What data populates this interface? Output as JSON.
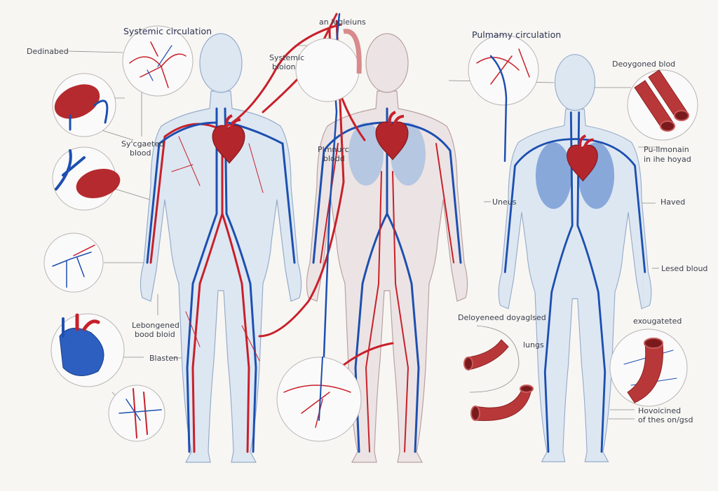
{
  "title": "Systemic circulation",
  "labels": {
    "systemic_circulation": "Systemic circulation",
    "dedinabed": "Dedinabed",
    "sycgaeted_1": "Sy'cgaeted",
    "sycgaeted_2": "blood",
    "lebongened_1": "Lebongened",
    "lebongened_2": "bood bloid",
    "blasten": "Blasten",
    "an_lugleiuns": "an lugleiuns",
    "systemic_bloion_1": "Systemic",
    "systemic_bloion_2": "bloion",
    "plmnurc_1": "Plmnurc",
    "plmnurc_2": "blodd",
    "pulmonary_circulation": "Pulmamy circulation",
    "deoygoned": "Deoygoned blod",
    "pullmonain_1": "Pu-llmonain",
    "pullmonain_2": "in   ihe hoyad",
    "uneus": "Uneus",
    "haved": "Haved",
    "lesed": "Lesed bloud",
    "deloyeneed": "Deloyeneed doyaglsed",
    "lungs": "lungs",
    "exougateted": "exougateted",
    "hovoicined_1": "Hovoicined",
    "hovoicined_2": "of thes on/gsd"
  },
  "colors": {
    "artery": "#c8202a",
    "vein": "#1d4fb0",
    "background": "#f7f6f3"
  }
}
